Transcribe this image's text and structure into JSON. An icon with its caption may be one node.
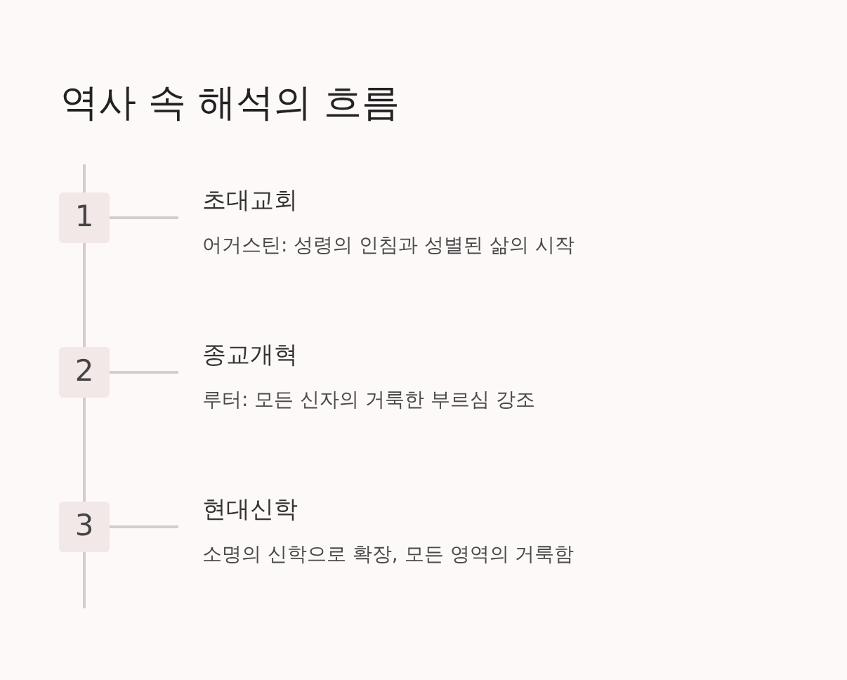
{
  "diagram": {
    "title": "역사 속 해석의 흐름",
    "nodes": [
      {
        "text": [
          "1"
        ]
      },
      {
        "text": [
          "초대교회",
          "어거스틴: 성령의 인침과 성별된 삶의 시작"
        ]
      },
      {
        "text": [
          "2"
        ]
      },
      {
        "text": [
          "종교개혁",
          "루터: 모든 신자의 거룩한 부르심 강조"
        ]
      },
      {
        "text": [
          "3"
        ]
      },
      {
        "text": [
          "현대신학",
          "소명의 신학으로 확장, 모든 영역의 거룩함"
        ]
      }
    ],
    "edges": [
      {
        "from": 0,
        "to": 1,
        "arrow": "none"
      },
      {
        "from": 0,
        "to": 2,
        "arrow": "none"
      },
      {
        "from": 2,
        "to": 3,
        "arrow": "none"
      },
      {
        "from": 2,
        "to": 4,
        "arrow": "none"
      },
      {
        "from": 4,
        "to": 5,
        "arrow": "none"
      }
    ]
  }
}
